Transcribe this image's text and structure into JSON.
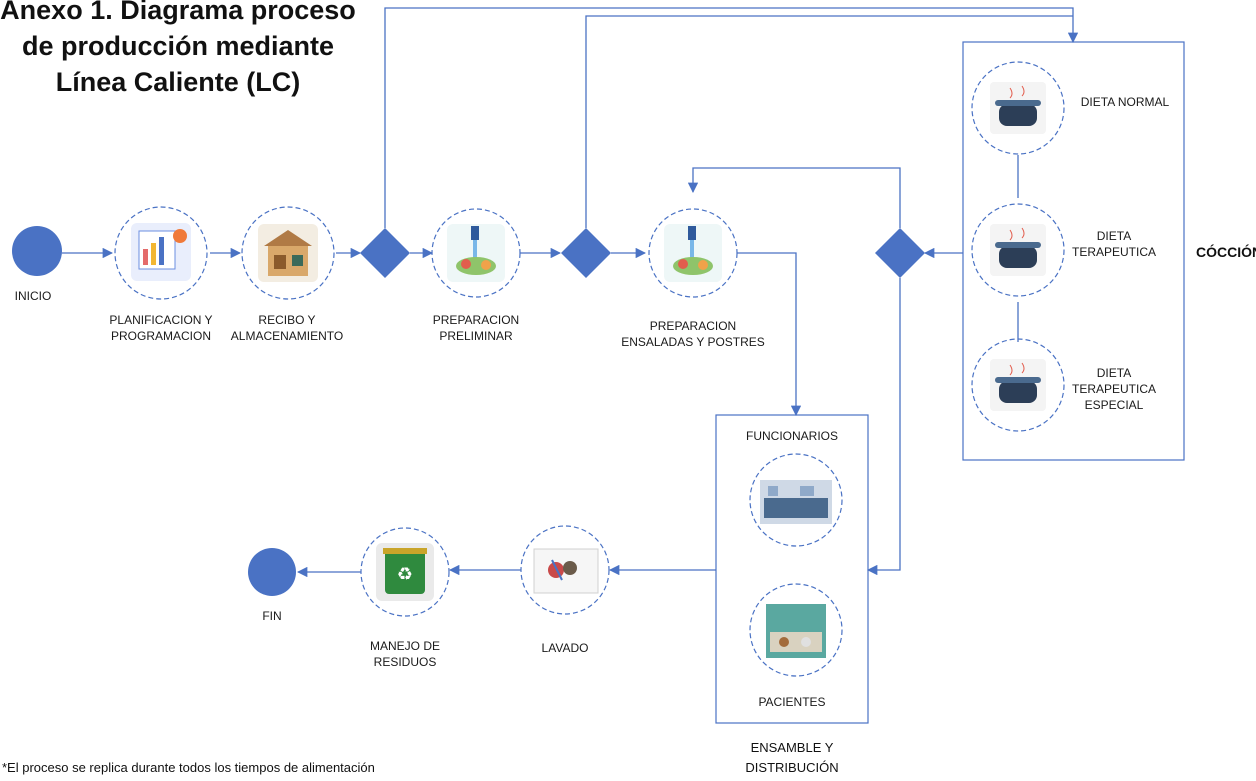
{
  "title": "Anexo 1. Diagrama proceso\nde producción mediante\nLínea Caliente (LC)",
  "start_label": "INICIO",
  "end_label": "FIN",
  "steps": {
    "planning": "PLANIFICACION Y\nPROGRAMACION",
    "receiving": "RECIBO Y\nALMACENAMIENTO",
    "prelim": "PREPARACION\nPRELIMINAR",
    "salads": "PREPARACION\nENSALADAS Y POSTRES",
    "washing": "LAVADO",
    "waste": "MANEJO DE\nRESIDUOS"
  },
  "cooking": {
    "label": "CÓCCIÓN",
    "items": [
      "DIETA NORMAL",
      "DIETA\nTERAPEUTICA",
      "DIETA\nTERAPEUTICA\nESPECIAL"
    ]
  },
  "assembly": {
    "label": "ENSAMBLE Y\nDISTRIBUCIÓN",
    "top": "FUNCIONARIOS",
    "bottom": "PACIENTES"
  },
  "footnote": "*El proceso se replica durante todos los tiempos de alimentación",
  "colors": {
    "node": "#4a72c4",
    "line": "#4a72c4",
    "dashed": "#4a72c4"
  }
}
